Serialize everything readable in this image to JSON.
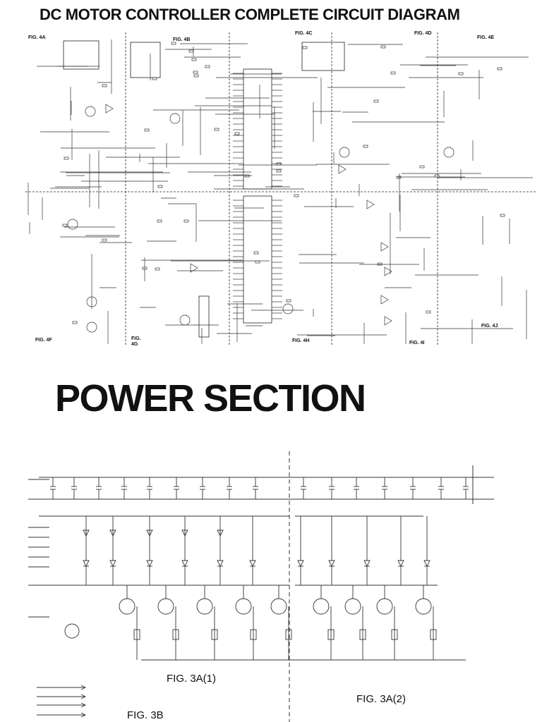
{
  "header": {
    "title": "DC MOTOR CONTROLLER COMPLETE CIRCUIT DIAGRAM"
  },
  "power": {
    "title": "POWER SECTION"
  },
  "figures": {
    "fig4a": "FIG. 4A",
    "fig4b": "FIG. 4B",
    "fig4c": "FIG. 4C",
    "fig4d": "FIG. 4D",
    "fig4e": "FIG. 4E",
    "fig4f": "FIG. 4F",
    "fig4g": "FIG. 4G",
    "fig4h": "FIG. 4H",
    "fig4i": "FIG. 4I",
    "fig4j": "FIG. 4J",
    "fig3a1": "FIG. 3A(1)",
    "fig3a2": "FIG. 3A(2)",
    "fig3b": "FIG. 3B"
  }
}
